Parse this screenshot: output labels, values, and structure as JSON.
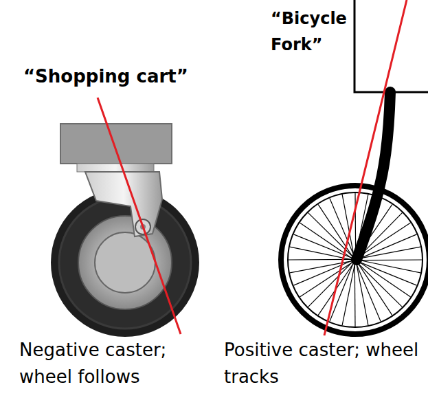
{
  "diagram": {
    "labels": [
      "“Shopping cart”",
      "“Bicycle Fork”",
      "Negative caster; wheel follows",
      "Positive caster; wheel tracks"
    ]
  }
}
